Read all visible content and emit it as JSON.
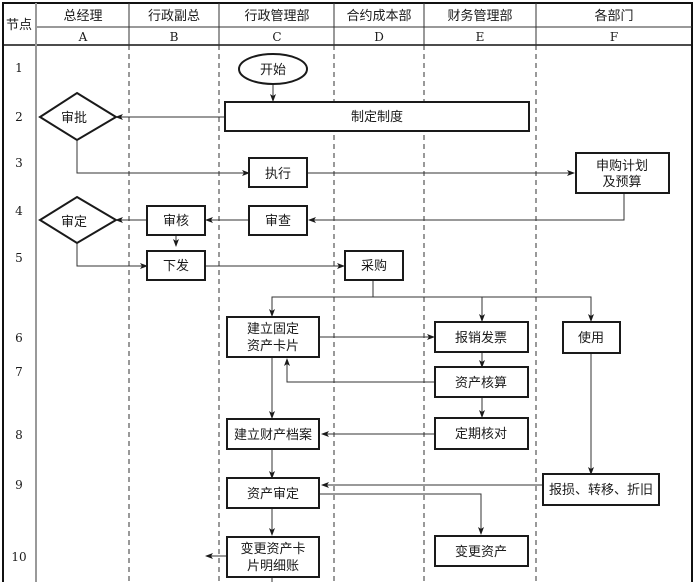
{
  "header": {
    "node_label": "节点",
    "lanes": [
      {
        "id": "A",
        "name": "总经理"
      },
      {
        "id": "B",
        "name": "行政副总"
      },
      {
        "id": "C",
        "name": "行政管理部"
      },
      {
        "id": "D",
        "name": "合约成本部"
      },
      {
        "id": "E",
        "name": "财务管理部"
      },
      {
        "id": "F",
        "name": "各部门"
      }
    ]
  },
  "rows": [
    "1",
    "2",
    "3",
    "4",
    "5",
    "6",
    "7",
    "8",
    "9",
    "10"
  ],
  "nodes": {
    "start": "开始",
    "make_policy": "制定制度",
    "approve": "审批",
    "execute": "执行",
    "purchase_plan_l1": "申购计划",
    "purchase_plan_l2": "及预算",
    "inspect": "审查",
    "review": "审核",
    "finalize": "审定",
    "issue": "下发",
    "purchase": "采购",
    "asset_card_l1": "建立固定",
    "asset_card_l2": "资产卡片",
    "reimburse": "报销发票",
    "use": "使用",
    "asset_accounting": "资产核算",
    "property_file": "建立财产档案",
    "periodic_check": "定期核对",
    "asset_audit": "资产审定",
    "scrap_transfer": "报损、转移、折旧",
    "change_card_l1": "变更资产卡",
    "change_card_l2": "片明细账",
    "change_asset": "变更资产"
  }
}
